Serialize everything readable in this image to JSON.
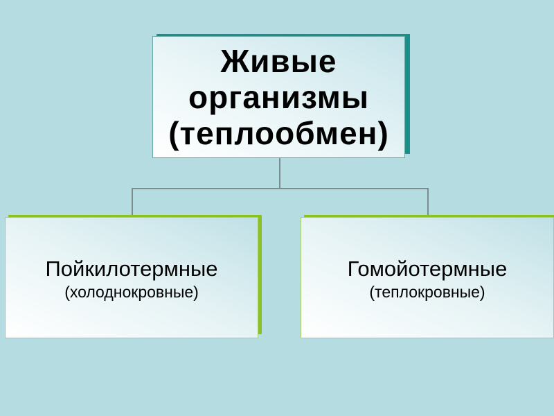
{
  "diagram": {
    "type": "hierarchy",
    "root": {
      "lines": [
        "Живые",
        "организмы",
        "(теплообмен)"
      ]
    },
    "children": [
      {
        "title": "Пойкилотермные",
        "subtitle": "(холоднокровные)"
      },
      {
        "title": "Гомойотермные",
        "subtitle": "(теплокровные)"
      }
    ]
  },
  "colors": {
    "background": "#b5dce1",
    "root_frame": "#1b8f8a",
    "child_frame": "#8cc21e",
    "connector": "#7a8c8e"
  }
}
